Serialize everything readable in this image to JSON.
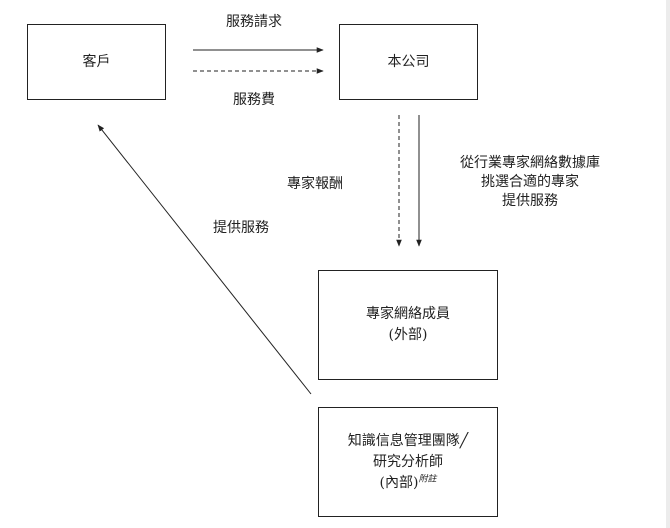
{
  "nodes": {
    "client": "客戶",
    "company": "本公司",
    "network_members": {
      "line1": "專家網絡成員",
      "line2": "(外部)"
    },
    "research_team": {
      "line1": "知識信息管理團隊╱",
      "line2": "研究分析師",
      "line3": "(內部)",
      "note": "附註"
    }
  },
  "edges": {
    "service_request": "服務請求",
    "service_fee": "服務費",
    "expert_fee": "專家報酬",
    "select_expert": {
      "line1": "從行業專家網絡數據庫",
      "line2": "挑選合適的專家",
      "line3": "提供服務"
    },
    "provide_service": "提供服務"
  }
}
